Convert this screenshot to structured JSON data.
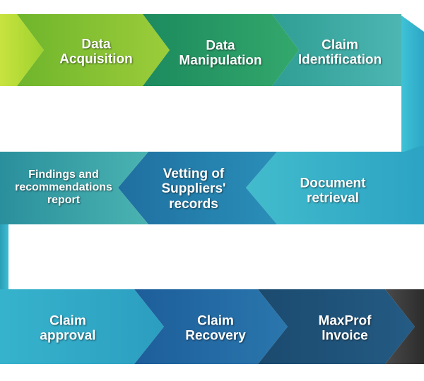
{
  "diagram": {
    "type": "process-flow",
    "steps": [
      {
        "id": "data-acquisition",
        "lines": [
          "Data",
          "Acquisition"
        ],
        "color": "#8dc332"
      },
      {
        "id": "data-manipulation",
        "lines": [
          "Data",
          "Manipulation"
        ],
        "color": "#2a9a63"
      },
      {
        "id": "claim-identification",
        "lines": [
          "Claim",
          "Identification"
        ],
        "color": "#3fa7a0"
      },
      {
        "id": "document-retrieval",
        "lines": [
          "Document",
          "retrieval"
        ],
        "color": "#3bb0c8"
      },
      {
        "id": "vetting-suppliers-records",
        "lines": [
          "Vetting of",
          "Suppliers'",
          "records"
        ],
        "color": "#1f7fa8"
      },
      {
        "id": "findings-report",
        "lines": [
          "Findings and",
          "recommendations",
          "report"
        ],
        "color": "#2d9fa6"
      },
      {
        "id": "claim-approval",
        "lines": [
          "Claim",
          "approval"
        ],
        "color": "#3ab7cf"
      },
      {
        "id": "claim-recovery",
        "lines": [
          "Claim",
          "Recovery"
        ],
        "color": "#2466a0"
      },
      {
        "id": "maxprof-invoice",
        "lines": [
          "MaxProf",
          "Invoice"
        ],
        "color": "#1d4f72"
      }
    ],
    "colors": {
      "lime": "#b5db3c",
      "connector": "#3bbcd4",
      "dark_end": "#3a3a3a"
    }
  }
}
